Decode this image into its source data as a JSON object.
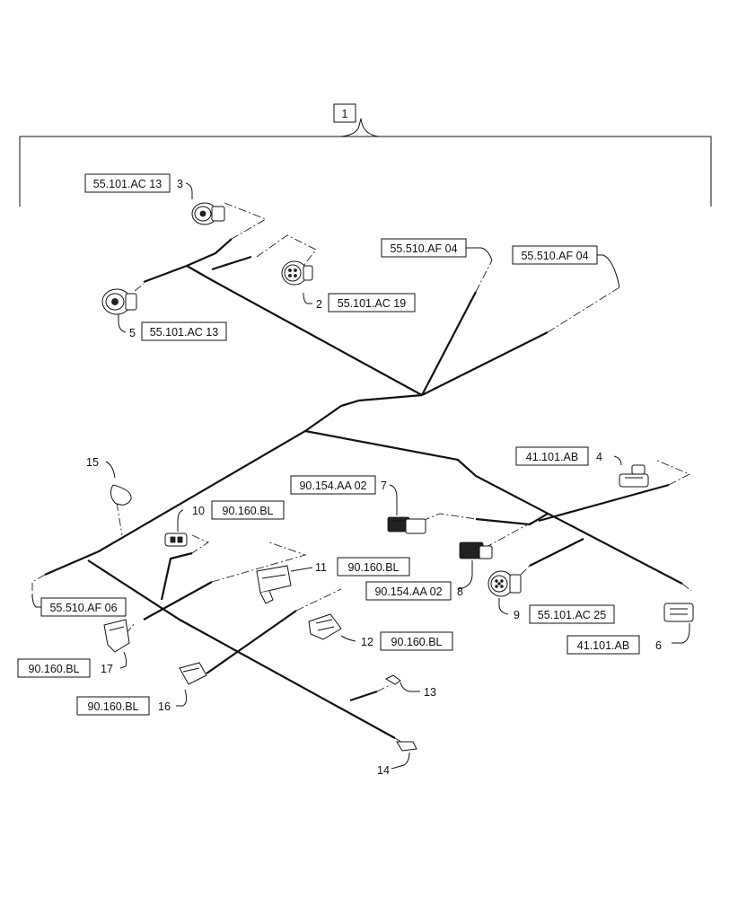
{
  "assembly": {
    "number": "1"
  },
  "callouts": [
    {
      "id": "c3",
      "number": "3",
      "ref": "55.101.AC 13"
    },
    {
      "id": "c2",
      "number": "2",
      "ref": "55.101.AC 19"
    },
    {
      "id": "c5",
      "number": "5",
      "ref": "55.101.AC 13"
    },
    {
      "id": "cAF1",
      "number": "",
      "ref": "55.510.AF 04"
    },
    {
      "id": "cAF2",
      "number": "",
      "ref": "55.510.AF 04"
    },
    {
      "id": "c4",
      "number": "4",
      "ref": "41.101.AB"
    },
    {
      "id": "c7",
      "number": "7",
      "ref": "90.154.AA 02"
    },
    {
      "id": "c10",
      "number": "10",
      "ref": "90.160.BL"
    },
    {
      "id": "c11",
      "number": "11",
      "ref": "90.160.BL"
    },
    {
      "id": "c8",
      "number": "8",
      "ref": "90.154.AA 02"
    },
    {
      "id": "cAF6",
      "number": "",
      "ref": "55.510.AF 06"
    },
    {
      "id": "c9",
      "number": "9",
      "ref": "55.101.AC 25"
    },
    {
      "id": "c6",
      "number": "6",
      "ref": "41.101.AB"
    },
    {
      "id": "c12",
      "number": "12",
      "ref": "90.160.BL"
    },
    {
      "id": "c17",
      "number": "17",
      "ref": "90.160.BL"
    },
    {
      "id": "c16",
      "number": "16",
      "ref": "90.160.BL"
    },
    {
      "id": "c13",
      "number": "13",
      "ref": ""
    },
    {
      "id": "c14",
      "number": "14",
      "ref": ""
    },
    {
      "id": "c15",
      "number": "15",
      "ref": ""
    }
  ]
}
